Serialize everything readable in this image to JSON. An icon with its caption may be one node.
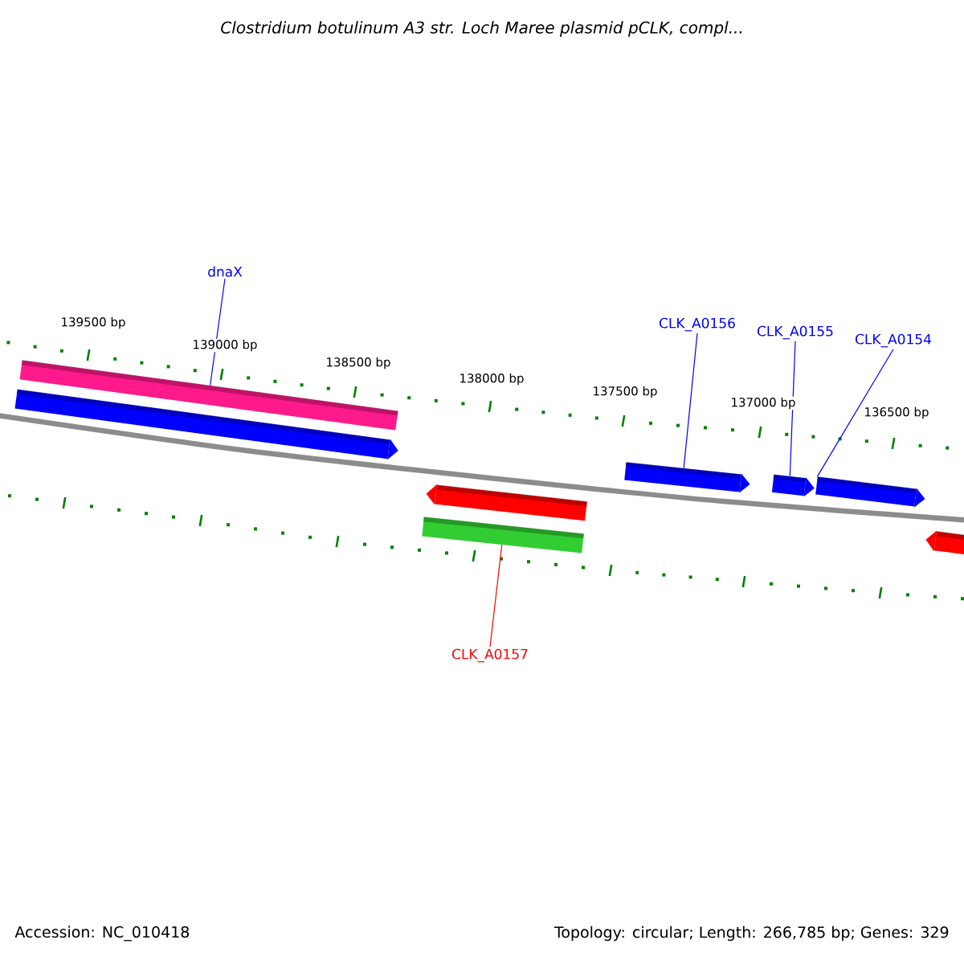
{
  "diagram": {
    "title": "Clostridium botulinum A3 str. Loch Maree plasmid pCLK, compl...",
    "nodes": [
      {
        "text": [
          "dnaX"
        ]
      },
      {
        "text": [
          "CLK_A0156"
        ]
      },
      {
        "text": [
          "CLK_A0155"
        ]
      },
      {
        "text": [
          "CLK_A0154"
        ]
      },
      {
        "text": [],
        "shape": "bar"
      },
      {
        "text": [],
        "shape": "arrow"
      },
      {
        "text": [],
        "shape": "arrow"
      },
      {
        "text": [],
        "shape": "bar"
      },
      {
        "text": [],
        "shape": "arrow"
      },
      {
        "text": [],
        "shape": "arrow"
      },
      {
        "text": [],
        "shape": "arrow"
      },
      {
        "text": [],
        "shape": "arrow"
      },
      {
        "text": [
          "CLK_A0157"
        ]
      }
    ],
    "edges": [
      {
        "from": 0,
        "to": 4,
        "arrow": "none"
      },
      {
        "from": 1,
        "to": 8,
        "arrow": "none"
      },
      {
        "from": 2,
        "to": 9,
        "arrow": "none"
      },
      {
        "from": 3,
        "to": 10,
        "arrow": "none"
      },
      {
        "from": 12,
        "to": 7,
        "arrow": "none",
        "color": "#ff0000"
      }
    ],
    "labels": [
      "139500 bp",
      "139000 bp",
      "138500 bp",
      "138000 bp",
      "137500 bp",
      "137000 bp",
      "136500 bp",
      "Accession: NC_010418",
      "Topology: circular; Length: 266,785 bp; Genes: 329"
    ]
  }
}
